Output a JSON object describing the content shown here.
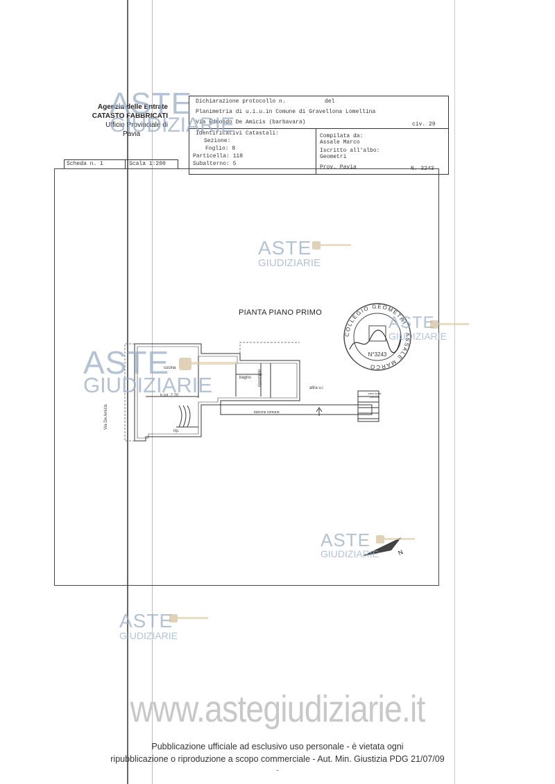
{
  "agency": {
    "line1": "Agenzia delle Entrate",
    "line2": "CATASTO FABBRICATI",
    "line3": "Ufficio Provinciale di",
    "line4": "Pavia"
  },
  "header": {
    "declaration": "Dichiarazione protocollo n.",
    "del": "del",
    "planimetria": "Planimetria di u.i.u.in Comune di Gravellona Lomellina",
    "address": "Via Edmondo De Amicis (barbavara)",
    "civ": "civ. 29",
    "ident_title": "Identificativi Catastali:",
    "sezione": "Sezione:",
    "foglio": "Foglio: 8",
    "particella": "Particella: 118",
    "subalterno": "Subalterno: 5",
    "compilata": "Compilata da:",
    "compiler": "Assale Marco",
    "iscritto": "Iscritto all'albo:",
    "albo": "Geometri",
    "prov": "Prov. Pavia",
    "numero": "N. 3243",
    "scheda": "Scheda n. 1",
    "scala": "Scala 1:200"
  },
  "plan": {
    "title": "PIANTA PIANO PRIMO",
    "street": "Via De Amicis",
    "cucina": "cucina",
    "bagno": "bagno",
    "ripostiglio": "ripostiglio",
    "altra": "altra u.i",
    "height": "h.int. 2.70",
    "balcone": "balcone comune",
    "rip": "rip.",
    "scale": "vano scale comune",
    "north": "N"
  },
  "stamp": {
    "text": "COLLEGIO GEOMETRI · ASSALE MARCO",
    "number": "N°3243"
  },
  "watermark": {
    "big": "ASTE",
    "small": "GIUDIZIARIE"
  },
  "footer": {
    "site": "www.astegiudiziarie.it",
    "line1": "Pubblicazione ufficiale ad esclusivo uso personale - è vietata ogni",
    "line2": "ripubblicazione o riproduzione a scopo commerciale - Aut. Min. Giustizia PDG 21/07/09",
    "mark": "-"
  }
}
